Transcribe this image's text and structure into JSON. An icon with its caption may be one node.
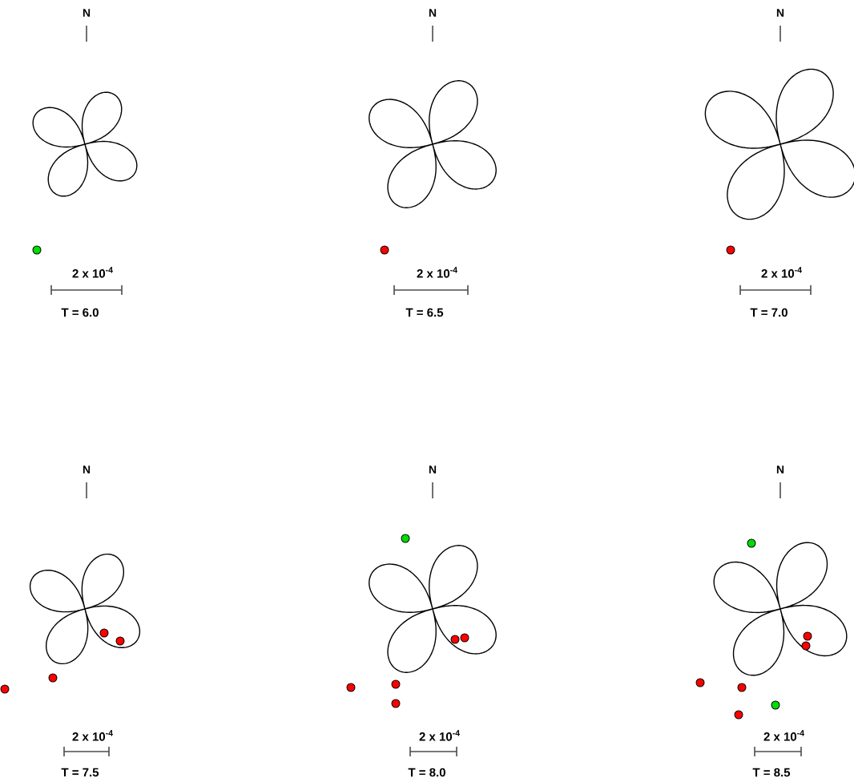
{
  "diagram": {
    "labels": [
      "N",
      "2 x 10$^{-4}$",
      "T = 6.0",
      "N",
      "2 x 10$^{-4}$",
      "T = 6.5",
      "N",
      "2 x 10$^{-4}$",
      "T = 7.0",
      "N",
      "2 x 10$^{-4}$",
      "T = 7.5",
      "N",
      "2 x 10$^{-4}$",
      "T = 8.0",
      "N",
      "2 x 10$^{-4}$",
      "T = 8.5"
    ]
  }
}
